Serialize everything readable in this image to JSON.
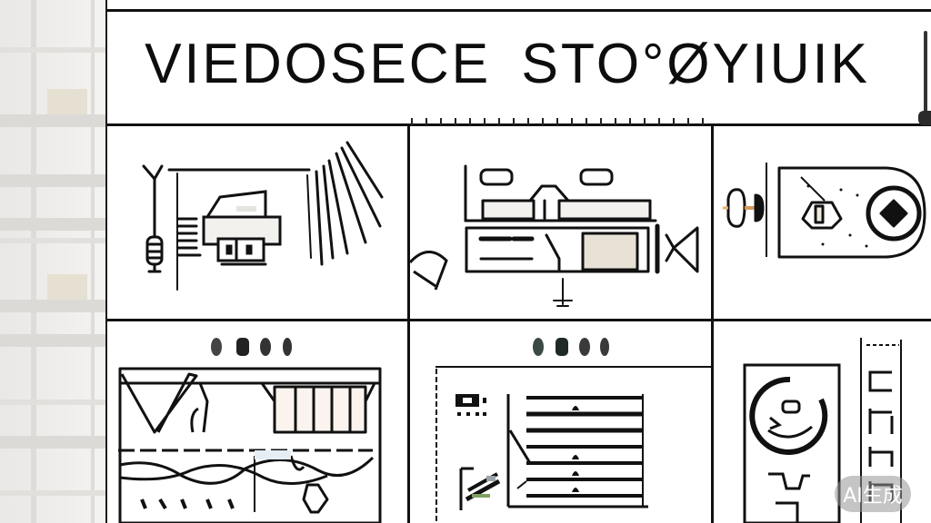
{
  "header": {
    "title_part1": "VIEDOSECE",
    "title_part2": "STO°ØYIUIK"
  },
  "grid": {
    "rows": 2,
    "cols": 3,
    "cells": [
      {
        "id": "r1c1",
        "icon": "camera-tripod-icon",
        "description": "Video camera on stand with antenna, microphone, and light beams"
      },
      {
        "id": "r1c2",
        "icon": "video-camera-icon",
        "description": "Side-view video camcorder with lens and viewfinder"
      },
      {
        "id": "r1c3",
        "icon": "projector-lens-icon",
        "description": "Projector/lens housing with aperture gear and knob"
      },
      {
        "id": "r2c1",
        "icon": "storyboard-map-icon",
        "description": "Storyboard frame with dots, diagonal strokes and film panel"
      },
      {
        "id": "r2c2",
        "icon": "timeline-chart-icon",
        "description": "Panel with horizontal timeline bars and markers"
      },
      {
        "id": "r2c3",
        "icon": "reel-panel-icon",
        "description": "Circular reel panel and vertical lettered strip"
      }
    ],
    "dots_row2": 4
  },
  "watermark": {
    "label": "AI生成"
  },
  "colors": {
    "line": "#111111",
    "background": "#ffffff",
    "left_bg": "#ecebe9",
    "accent_beige": "#e8e2d6",
    "accent_orange": "#d89a5a"
  }
}
